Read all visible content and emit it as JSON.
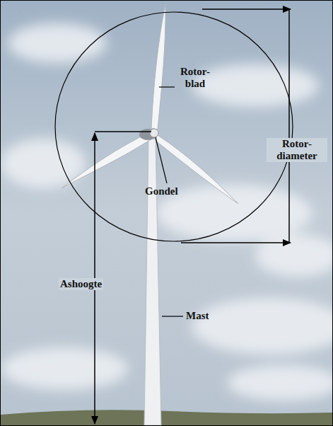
{
  "diagram": {
    "labels": [
      "Rotor- blad",
      "Rotor- diameter",
      "Gondel",
      "Ashoogte",
      "Mast"
    ]
  }
}
